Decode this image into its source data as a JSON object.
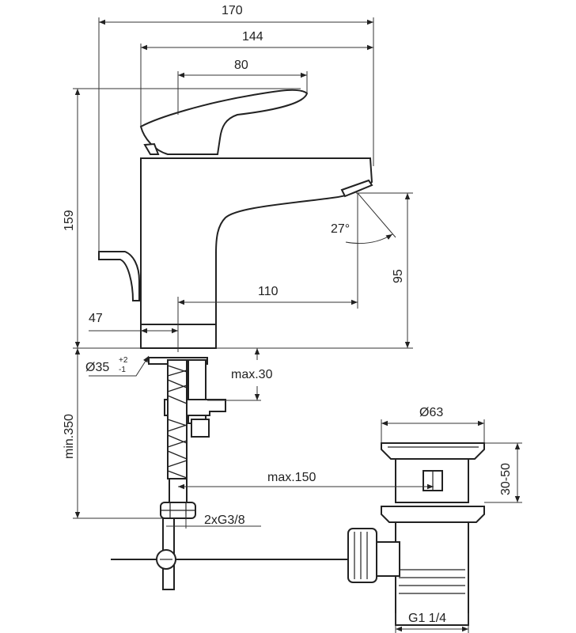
{
  "dimensions": {
    "total_width": "170",
    "spout_reach": "144",
    "lever_width": "80",
    "total_height": "159",
    "angle": "27°",
    "spout_height": "95",
    "spout_projection": "110",
    "base_offset": "47",
    "hole_diameter": "Ø35",
    "hole_tol_plus": "+2",
    "hole_tol_minus": "-1",
    "deck_thickness": "max.30",
    "hose_length": "min.350",
    "waste_reach": "max.150",
    "hose_thread": "2xG3/8",
    "waste_diameter": "Ø63",
    "waste_height": "30-50",
    "waste_thread": "G1 1/4"
  },
  "colors": {
    "line": "#222222",
    "background": "#ffffff"
  }
}
